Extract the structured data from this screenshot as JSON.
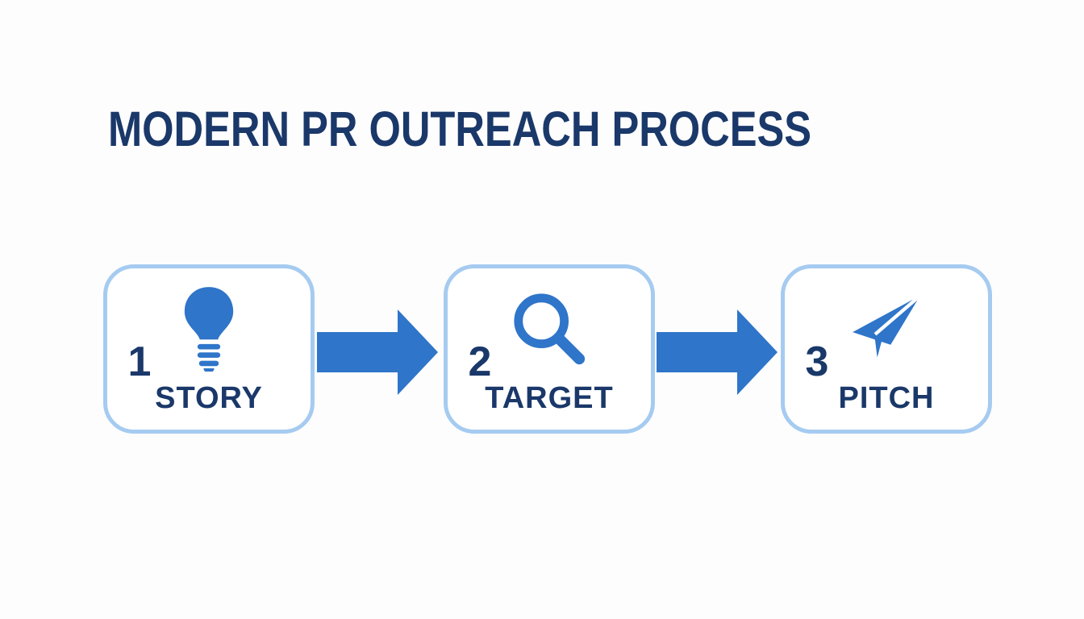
{
  "title": {
    "text": "MODERN PR OUTREACH PROCESS"
  },
  "colors": {
    "background": "#fdfdfe",
    "navy_text": "#1a3869",
    "accent_blue": "#2f75c9",
    "box_border": "#a6cbf0",
    "box_background": "#ffffff"
  },
  "steps": [
    {
      "number": "1",
      "label": "STORY",
      "icon": "lightbulb-icon"
    },
    {
      "number": "2",
      "label": "TARGET",
      "icon": "magnifying-glass-icon"
    },
    {
      "number": "3",
      "label": "PITCH",
      "icon": "paper-plane-icon"
    }
  ]
}
